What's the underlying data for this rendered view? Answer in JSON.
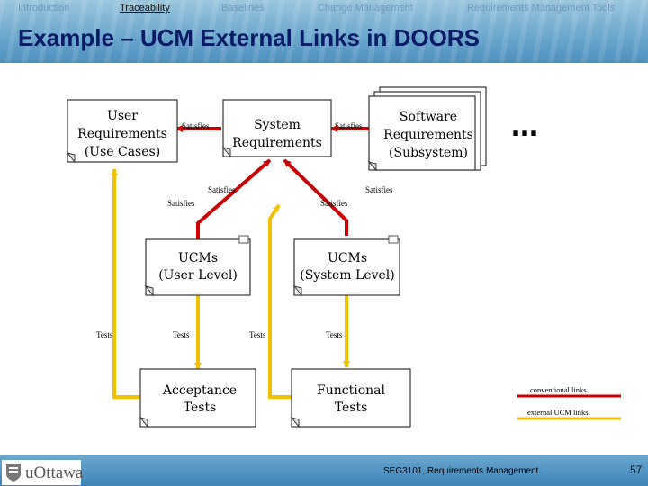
{
  "nav": {
    "introduction": "Introduction",
    "traceability": "Traceability",
    "baselines": "Baselines",
    "change_management": "Change Management",
    "tools": "Requirements Management Tools"
  },
  "title": "Example – UCM External Links in DOORS",
  "boxes": {
    "user_req": [
      "User",
      "Requirements",
      "(Use Cases)"
    ],
    "system_req": [
      "System",
      "Requirements"
    ],
    "software_req": [
      "Software",
      "Requirements",
      "(Subsystem)"
    ],
    "ucm_user": [
      "UCMs",
      "(User Level)"
    ],
    "ucm_system": [
      "UCMs",
      "(System Level)"
    ],
    "acceptance": [
      "Acceptance",
      "Tests"
    ],
    "functional": [
      "Functional",
      "Tests"
    ]
  },
  "ellipsis": "…",
  "links": {
    "satisfies": "Satisfies",
    "tests": "Tests"
  },
  "legend": {
    "conventional": "conventional links",
    "external": "external UCM links"
  },
  "colors": {
    "conventional": "#cc0000",
    "external": "#f2c200",
    "title": "#0a1a66"
  },
  "footer": "SEG3101,  Requirements Management.",
  "page_number": "57",
  "logo": "uOttawa"
}
